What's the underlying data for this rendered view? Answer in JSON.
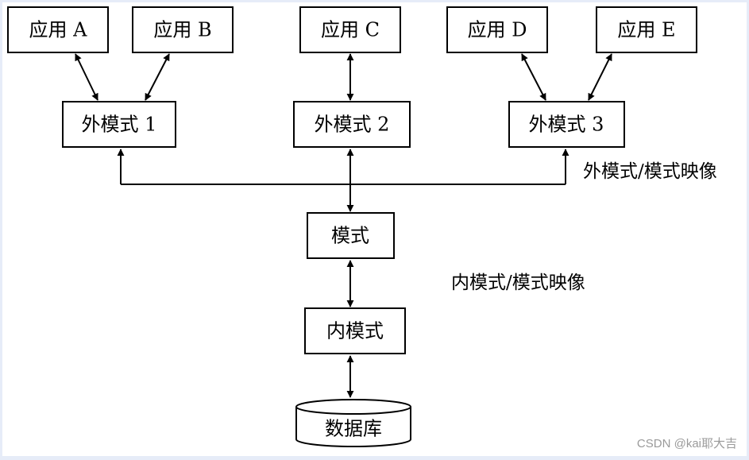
{
  "apps": [
    "应用 A",
    "应用 B",
    "应用 C",
    "应用 D",
    "应用 E"
  ],
  "external_schemas": [
    "外模式 1",
    "外模式 2",
    "外模式 3"
  ],
  "schema": "模式",
  "internal_schema": "内模式",
  "database": "数据库",
  "mapping_labels": {
    "external_schema_mapping": "外模式/模式映像",
    "internal_schema_mapping": "内模式/模式映像"
  },
  "watermark": "CSDN @kai耶大吉"
}
